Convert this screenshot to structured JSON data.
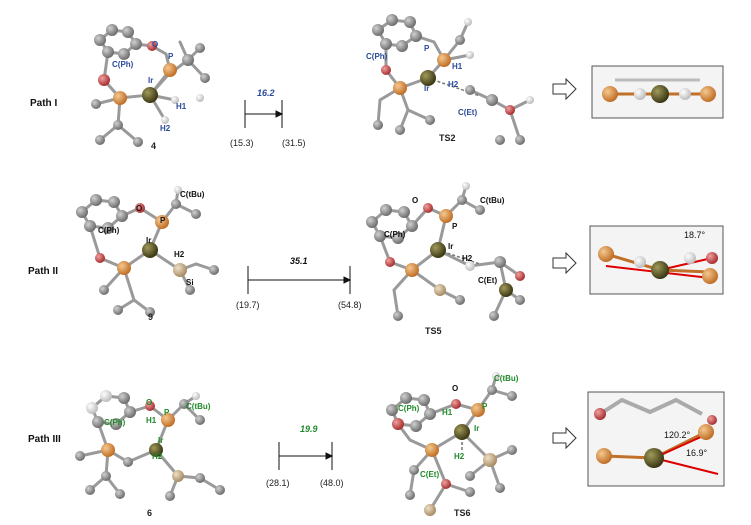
{
  "paths": [
    {
      "label": "Path I",
      "reactant": {
        "id": "4",
        "labels": {
          "cph": "C(Ph)",
          "o": "O",
          "p": "P",
          "ir": "Ir",
          "h1": "H1",
          "h2": "H2"
        }
      },
      "barrier": "16.2",
      "energies": {
        "left": "(15.3)",
        "right": "(31.5)"
      },
      "ts": {
        "id": "TS2",
        "labels": {
          "cph": "C(Ph)",
          "p": "P",
          "ir": "Ir",
          "h1": "H1",
          "h2": "H2",
          "cet": "C(Et)"
        }
      },
      "color": "#2a4a9a"
    },
    {
      "label": "Path II",
      "reactant": {
        "id": "9",
        "labels": {
          "ctbu": "C(tBu)",
          "o": "O",
          "p": "P",
          "cph": "C(Ph)",
          "ir": "Ir",
          "h2": "H2",
          "si": "Si"
        }
      },
      "barrier": "35.1",
      "energies": {
        "left": "(19.7)",
        "right": "(54.8)"
      },
      "ts": {
        "id": "TS5",
        "labels": {
          "ctbu": "C(tBu)",
          "o": "O",
          "p": "P",
          "cph": "C(Ph)",
          "ir": "Ir",
          "h2": "H2",
          "cet": "C(Et)"
        }
      },
      "inset_angle": "18.7°",
      "color": "#111111"
    },
    {
      "label": "Path III",
      "reactant": {
        "id": "6",
        "labels": {
          "o": "O",
          "cph": "C(Ph)",
          "h1": "H1",
          "p": "P",
          "ctbu": "C(tBu)",
          "ir": "Ir",
          "h2": "H2"
        }
      },
      "barrier": "19.9",
      "energies": {
        "left": "(28.1)",
        "right": "(48.0)"
      },
      "ts": {
        "id": "TS6",
        "labels": {
          "ctbu": "C(tBu)",
          "o": "O",
          "cph": "C(Ph)",
          "h1": "H1",
          "p": "P",
          "ir": "Ir",
          "h2": "H2",
          "cet": "C(Et)"
        }
      },
      "inset_angles": [
        "120.2°",
        "16.9°"
      ],
      "color": "#1f8a2a"
    }
  ],
  "colors": {
    "carbon": "#8f8f8f",
    "hydrogen": "#d8d8d8",
    "oxygen": "#c0504d",
    "phosphorus": "#d9964a",
    "iridium": "#5c5424",
    "silicon": "#c9b08c"
  }
}
